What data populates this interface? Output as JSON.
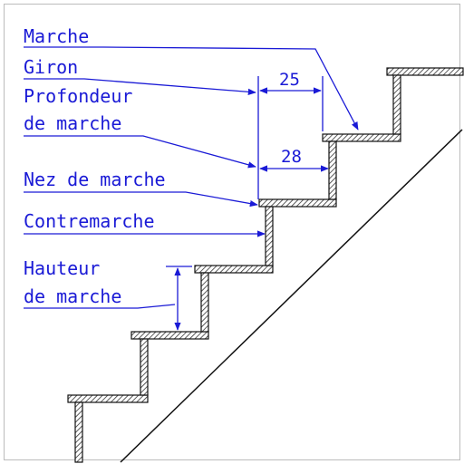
{
  "labels": {
    "marche": "Marche",
    "giron": "Giron",
    "profondeur_line1": "Profondeur",
    "profondeur_line2": "de marche",
    "nez": "Nez de marche",
    "contremarche": "Contremarche",
    "hauteur_line1": "Hauteur",
    "hauteur_line2": "de marche"
  },
  "dimensions": {
    "giron_value": "25",
    "profondeur_value": "28"
  },
  "colors": {
    "annotation": "#1a1ad6",
    "outline": "#111111",
    "hatch": "#333333",
    "background": "#ffffff"
  },
  "icons": {
    "arrowhead": "arrowhead-icon",
    "hatch_pattern": "hatch-pattern"
  }
}
